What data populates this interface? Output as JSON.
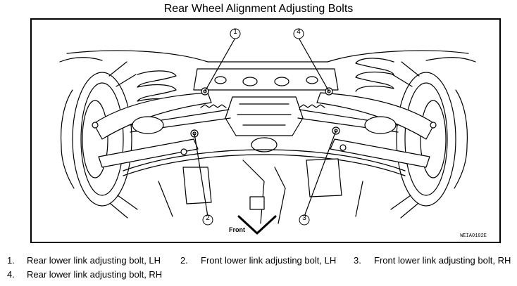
{
  "title": "Rear Wheel Alignment Adjusting Bolts",
  "figure": {
    "code": "WEIA0102E",
    "front_label": "Front",
    "callouts": [
      "1",
      "2",
      "3",
      "4"
    ]
  },
  "legend": [
    {
      "num": "1.",
      "text": "Rear lower link adjusting bolt, LH"
    },
    {
      "num": "2.",
      "text": "Front lower link adjusting bolt, LH"
    },
    {
      "num": "3.",
      "text": "Front lower link adjusting bolt, RH"
    },
    {
      "num": "4.",
      "text": "Rear lower link adjusting bolt, RH"
    }
  ]
}
